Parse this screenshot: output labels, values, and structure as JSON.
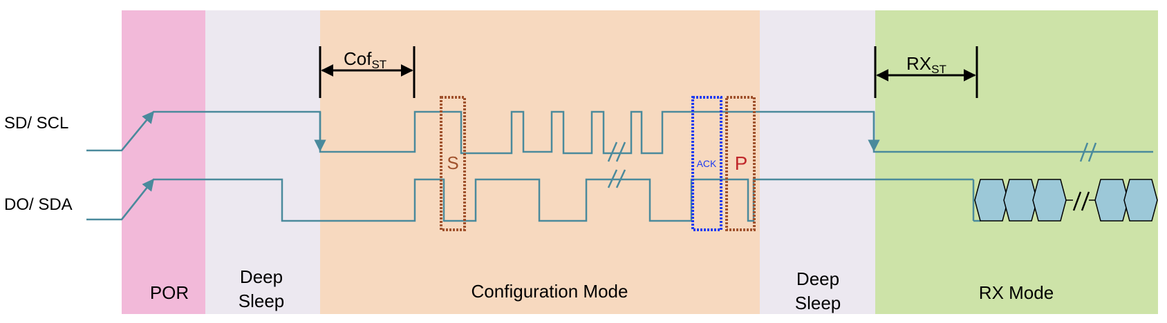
{
  "colors": {
    "por": "#f2b9d9",
    "deep_sleep": "#ece8f0",
    "config": "#f7d9bf",
    "rx": "#cde3a8",
    "signal": "#4a8a9c",
    "start_stop_box": "#a0522d",
    "ack_box": "#1f3cf0",
    "ack_text": "#1f3cf0",
    "p_text": "#c0282b",
    "s_text": "#a0522d",
    "rx_symbol": "#9cc8d8",
    "ink": "#000000"
  },
  "signals": {
    "sd_scl": "SD/ SCL",
    "do_sda": "DO/ SDA"
  },
  "phases": {
    "por": "POR",
    "deep_sleep_1_line1": "Deep",
    "deep_sleep_1_line2": "Sleep",
    "config": "Configuration Mode",
    "deep_sleep_2_line1": "Deep",
    "deep_sleep_2_line2": "Sleep",
    "rx": "RX Mode"
  },
  "markers": {
    "start": "S",
    "ack": "ACK",
    "stop": "P"
  },
  "timings": {
    "cof_main": "Cof",
    "cof_sub": "ST",
    "rx_main": "RX",
    "rx_sub": "ST"
  }
}
